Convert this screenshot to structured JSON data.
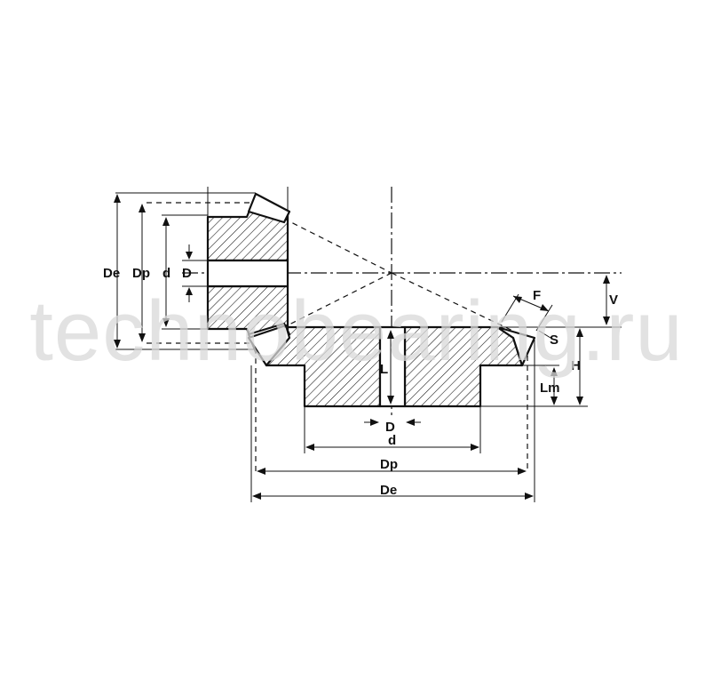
{
  "watermark": "technobearing.ru",
  "colors": {
    "line": "#111111",
    "fill": "#ffffff",
    "watermark": "#d9d9d9"
  },
  "pinion_labels": {
    "De": "De",
    "Dp": "Dp",
    "d": "d",
    "D": "D"
  },
  "gear_labels": {
    "V": "V",
    "F": "F",
    "S": "S",
    "H": "H",
    "L": "L",
    "Lm": "Lm",
    "D": "D",
    "d": "d",
    "Dp": "Dp",
    "De": "De"
  }
}
